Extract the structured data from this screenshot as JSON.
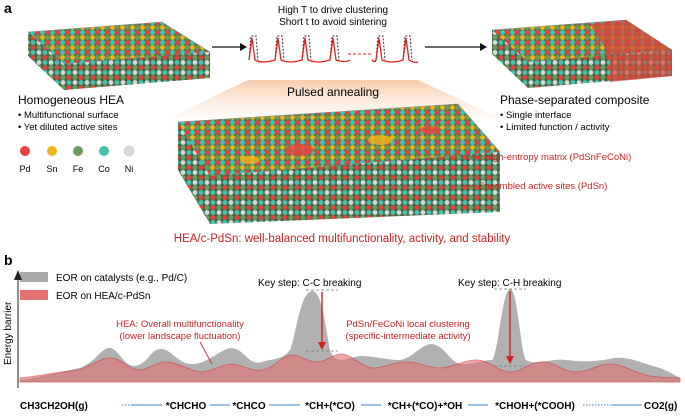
{
  "panel_a": {
    "label": "a",
    "pulse_caption_line1": "High T to drive clustering",
    "pulse_caption_line2": "Short t to avoid sintering",
    "left_block": {
      "title": "Homogeneous HEA",
      "bullet1": "• Multifunctional surface",
      "bullet2": "• Yet diluted active sites"
    },
    "right_block": {
      "title": "Phase-separated composite",
      "bullet1": "• Single interface",
      "bullet2": "• Limited function / activity"
    },
    "center_title": "Pulsed annealing",
    "annotation_matrix": "High-entropy matrix (PdSnFeCoNi)",
    "annotation_sites": "Ensembled active sites (PdSn)",
    "bottom_caption": "HEA/c-PdSn: well-balanced multifunctionality, activity, and stability",
    "legend": [
      {
        "label": "Pd",
        "color": "#e8413c"
      },
      {
        "label": "Sn",
        "color": "#f2b318"
      },
      {
        "label": "Fe",
        "color": "#6f9a5a"
      },
      {
        "label": "Co",
        "color": "#49c2ad"
      },
      {
        "label": "Ni",
        "color": "#d9d9d9"
      }
    ]
  },
  "panel_b": {
    "label": "b",
    "legend_gray": "EOR on catalysts (e.g., Pd/C)",
    "legend_red": "EOR on HEA/c-PdSn",
    "y_axis_label": "Energy barrier",
    "note_hea_line1": "HEA: Overall multifunctionality",
    "note_hea_line2": "(lower landscape fluctuation)",
    "note_cluster_line1": "PdSn/FeCoNi local clustering",
    "note_cluster_line2": "(specific-intermediate activity)",
    "key_step_cc": "Key step: C-C breaking",
    "key_step_ch": "Key step: C-H breaking",
    "x_labels": [
      "CH3CH2OH(g)",
      "*CHCHO",
      "*CHCO",
      "*CH+(*CO)",
      "*CH+(*CO)+*OH",
      "*CHOH+(*COOH)",
      "CO2(g)"
    ],
    "colors": {
      "gray": "#a9a9a9",
      "red": "#e05a5a",
      "annot": "#cc2222",
      "link": "#3a7fc8"
    }
  }
}
